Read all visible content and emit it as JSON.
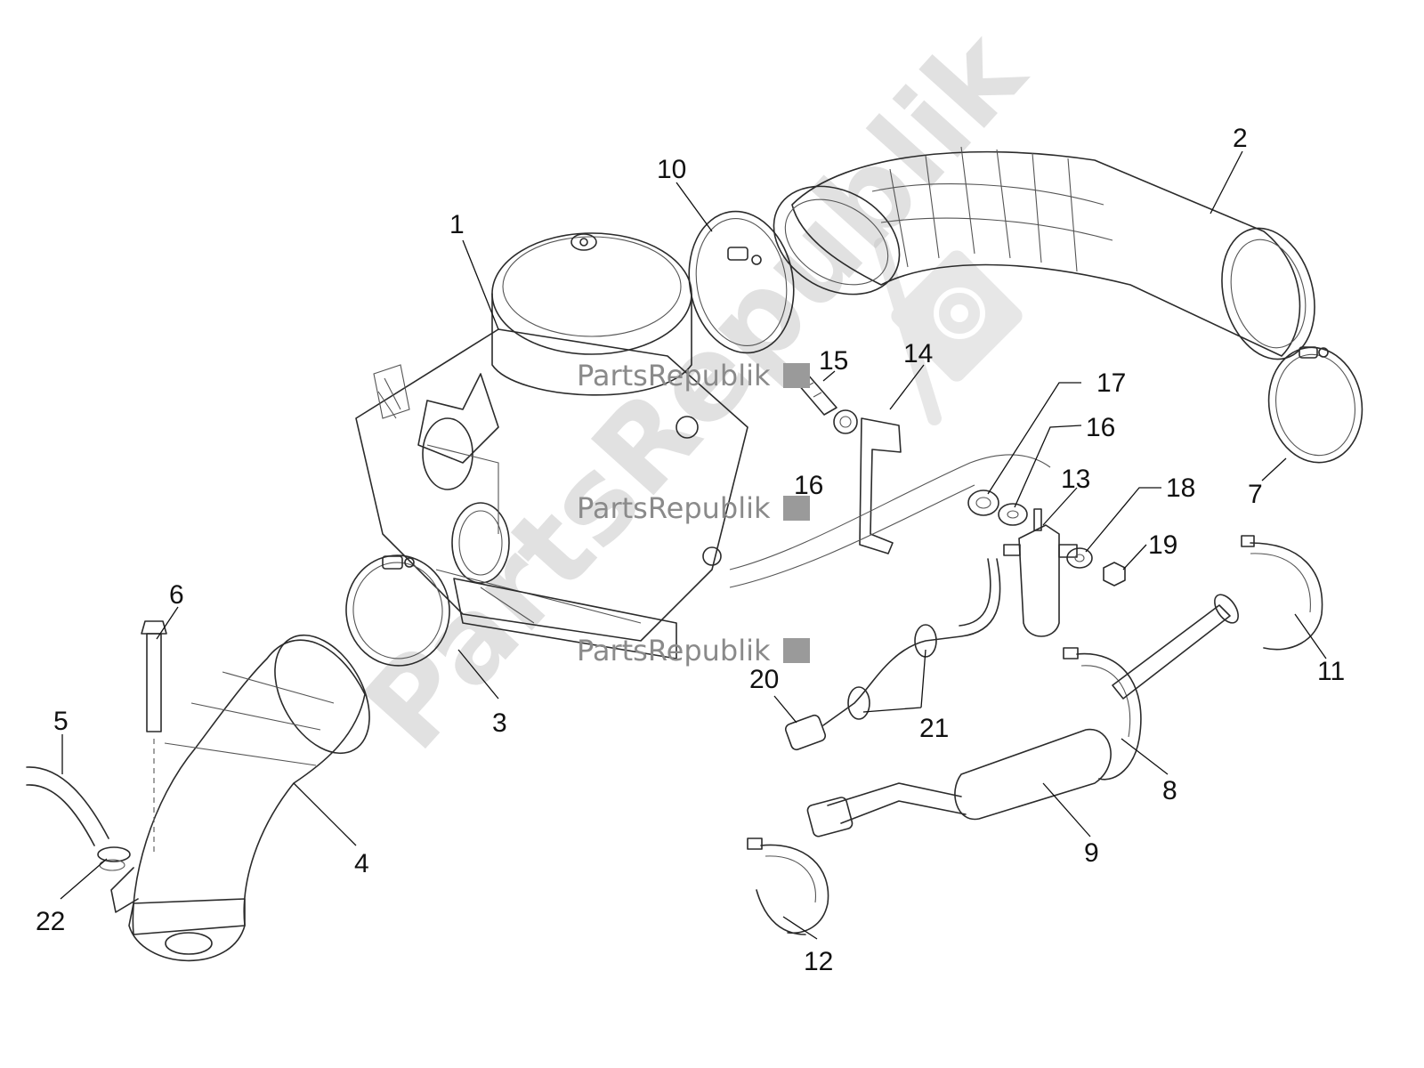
{
  "watermark": {
    "brand_text": "PartsRepublik",
    "logo_icon": "gear-wrench-logo-icon"
  },
  "diagram": {
    "callouts": [
      "1",
      "2",
      "3",
      "4",
      "5",
      "6",
      "7",
      "8",
      "9",
      "10",
      "11",
      "12",
      "13",
      "14",
      "15",
      "16",
      "16",
      "17",
      "18",
      "19",
      "20",
      "21",
      "22"
    ]
  }
}
